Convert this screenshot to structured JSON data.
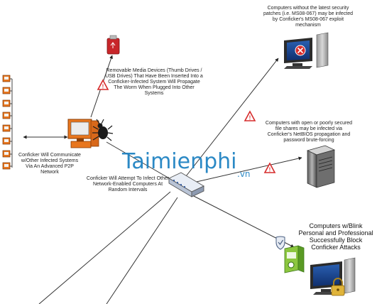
{
  "labels": {
    "removable_media": "Removable Media Devices (Thumb Drives / USB Drives) That Have Been Inserted Into a Conficker-Infected System Will Propagate The Worm When Plugged Into Other Systems",
    "p2p": "Conficker Will Communicate w/Other Infected Systems Via An Advanced P2P Network",
    "infect_random": "Conficker Will Attempt To Infect Other Network-Enabled Computers At Random Intervals",
    "no_patch": "Computers without the latest security patches (i.e. MS08-067) may be infected by Conficker's MS08-067 exploit mechanism",
    "file_shares": "Computers with open or poorly secured file shares  may be infected via Conficker's NetBIOS propagation and password brute-forcing",
    "blink": "Computers w/Blink Personal and Professional Successfully Block Conficker Attacks"
  },
  "watermark": {
    "main": "Taimienphi",
    "suffix": ".vn"
  },
  "icons": {
    "usb": "usb-drive-icon",
    "infected_pc": "infected-computer-icon",
    "bug": "worm-bug-icon",
    "switch": "network-switch-icon",
    "server": "server-icon",
    "error_pc": "computer-error-icon",
    "shield": "shield-icon",
    "lock": "lock-icon",
    "warning": "warning-icon",
    "blink_box": "blink-software-box-icon"
  },
  "colors": {
    "orange": "#e8761e",
    "warning_red": "#d62b2b",
    "usb_red": "#c8262a",
    "watermark": "#1a7fc1",
    "green": "#3f9a3a"
  }
}
